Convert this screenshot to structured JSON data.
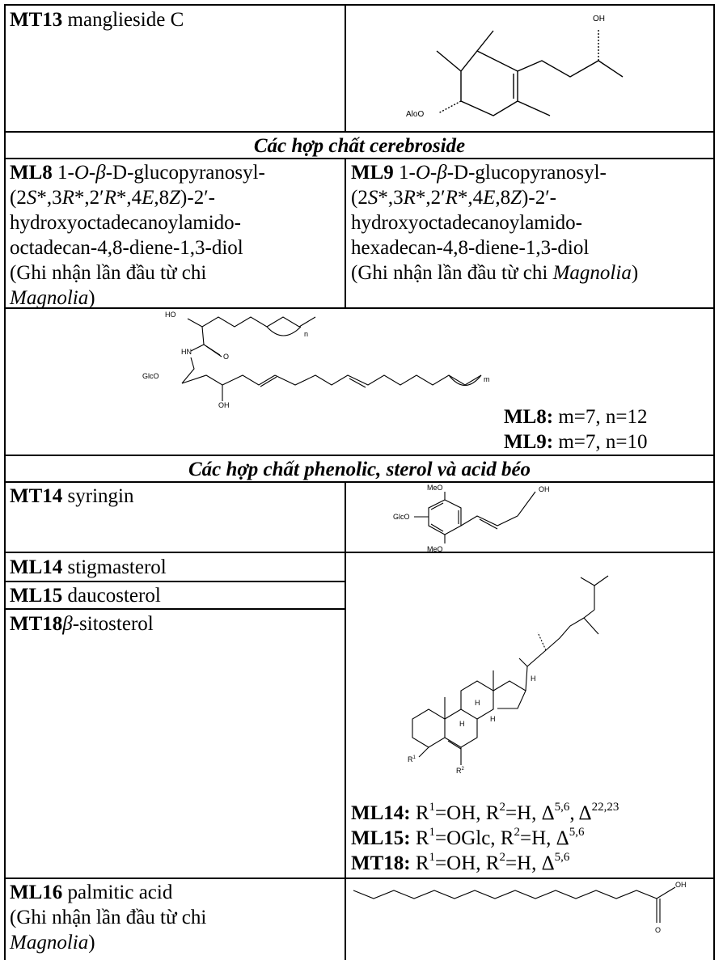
{
  "rows": {
    "mt13": {
      "code": "MT13",
      "name": "manglieside C"
    },
    "section_cerebroside": "Các hợp chất cerebroside",
    "ml8": {
      "code": "ML8",
      "part1": "1-",
      "o": "O",
      "dash1": "-",
      "beta": "β",
      "part2": "-D-glucopyranosyl-",
      "line2_a": "(2",
      "s": "S",
      "l2b": "*,3",
      "r1": "R",
      "l2c": "*,2′",
      "r2": "R",
      "l2d": "*,4",
      "e": "E",
      "l2e": ",8",
      "z": "Z",
      "l2f": ")-2′-",
      "line3": "hydroxyoctadecanoylamido-",
      "line4": "octadecan-4,8-diene-1,3-diol",
      "note1": "(Ghi nhận lần đầu từ chi",
      "genus": "Magnolia",
      "note_end": ")"
    },
    "ml9": {
      "code": "ML9",
      "line4": "hexadecan-4,8-diene-1,3-diol",
      "note": "(Ghi nhận lần đầu từ chi",
      "genus": "Magnolia",
      "note_end": ")"
    },
    "ml8_formula": {
      "label": "ML8:",
      "value": "m=7, n=12"
    },
    "ml9_formula": {
      "label": "ML9:",
      "value": "m=7, n=10"
    },
    "section_phenolic": "Các hợp chất phenolic, sterol và acid béo",
    "mt14": {
      "code": "MT14",
      "name": "syringin"
    },
    "ml14": {
      "code": "ML14",
      "name": "stigmasterol"
    },
    "ml15": {
      "code": "ML15",
      "name": "daucosterol"
    },
    "mt18": {
      "code": "MT18",
      "beta": "β",
      "name": "-sitosterol"
    },
    "sterol_r": [
      {
        "label": "ML14:",
        "r1": "R",
        "s1": "1",
        "v1": "=OH, R",
        "s2": "2",
        "v2": "=H, Δ",
        "s3": "5,6",
        "v3": ", Δ",
        "s4": "22,23"
      },
      {
        "label": "ML15:",
        "r1": "R",
        "s1": "1",
        "v1": "=OGlc, R",
        "s2": "2",
        "v2": "=H, Δ",
        "s3": "5,6"
      },
      {
        "label": "MT18:",
        "r1": "R",
        "s1": "1",
        "v1": "=OH, R",
        "s2": "2",
        "v2": "=H, Δ",
        "s3": "5,6"
      }
    ],
    "ml16": {
      "code": "ML16",
      "name": "palmitic acid",
      "note": "(Ghi nhận lần đầu từ chi",
      "genus": "Magnolia",
      "note_end": ")"
    }
  },
  "structure_labels": {
    "mt13_oh": "OH",
    "mt13_alo": "AloO",
    "cer_ho": "HO",
    "cer_hn": "HN",
    "cer_o": "O",
    "cer_glco": "GlcO",
    "cer_oh": "OH",
    "cer_n": "n",
    "cer_m": "m",
    "syr_meo_top": "MeO",
    "syr_glco": "GlcO",
    "syr_meo_bot": "MeO",
    "syr_oh": "OH",
    "st_h17": "H",
    "st_h8": "H",
    "st_h9": "H",
    "st_h14": "H",
    "st_r1": "R",
    "st_r1_sup": "1",
    "st_r2": "R",
    "st_r2_sup": "2",
    "pa_oh": "OH",
    "pa_o": "O"
  }
}
